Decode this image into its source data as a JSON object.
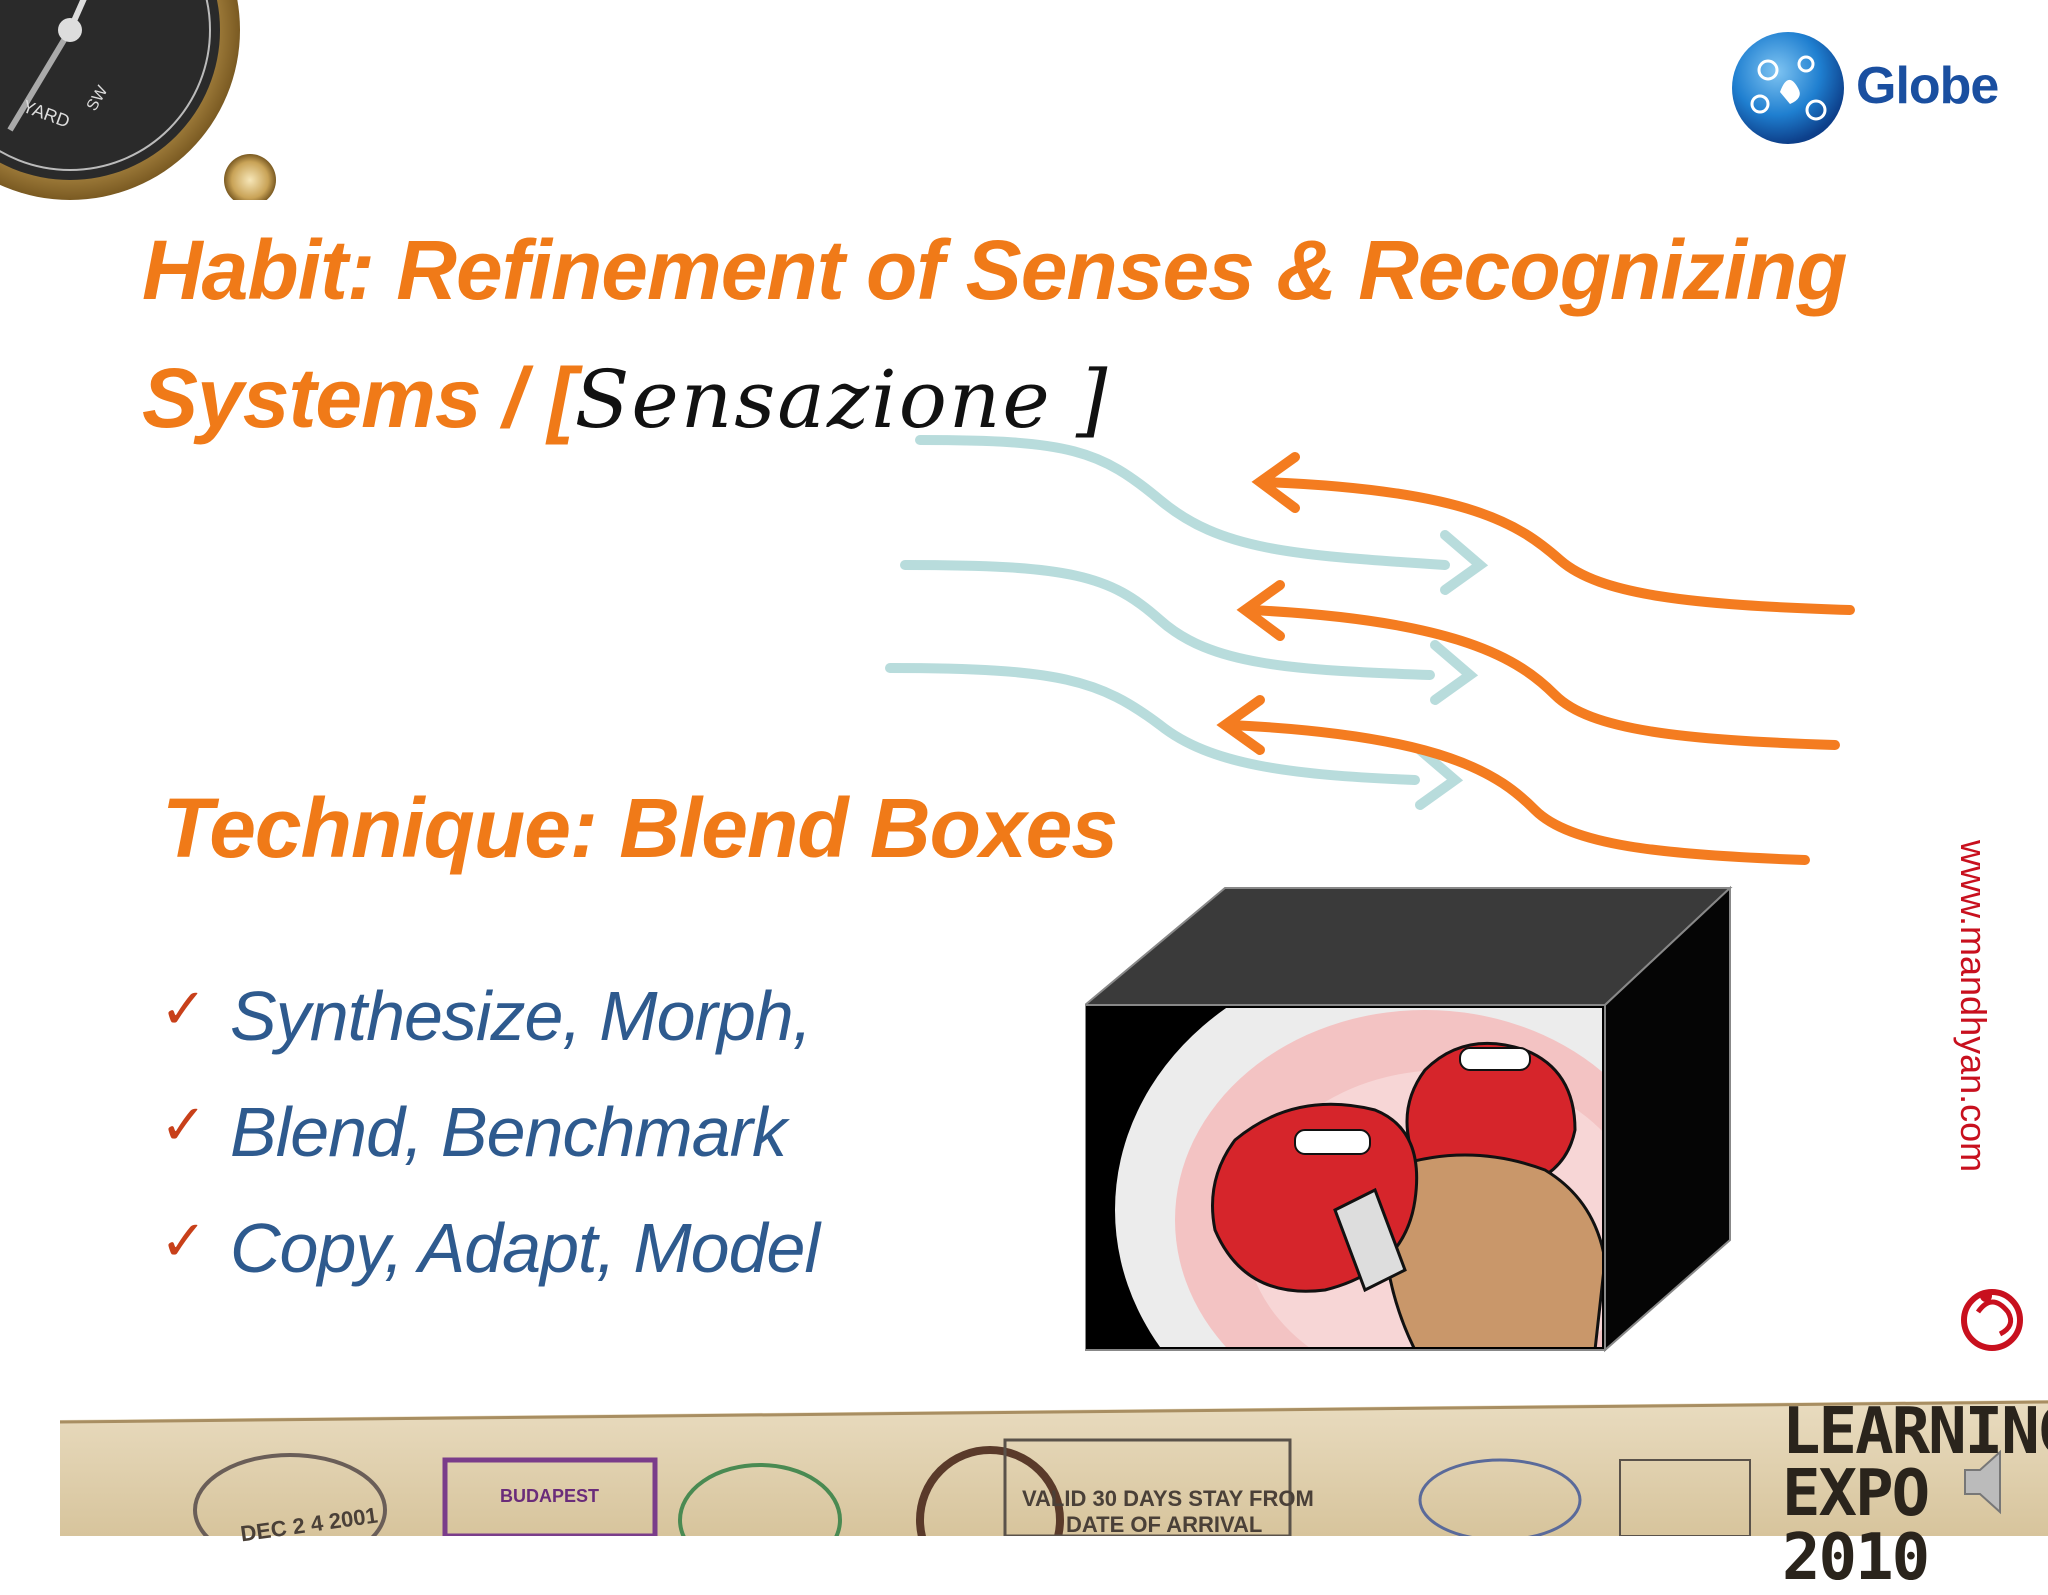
{
  "slide": {
    "logo_text": "Globe",
    "title_line1": "Habit: Refinement of Senses & Recognizing",
    "title_line2_prefix": "Systems / ",
    "title_bracket_open": "[",
    "title_script": "Sensazione",
    "title_bracket_close": " ]",
    "technique": "Technique: Blend  Boxes",
    "bullets": [
      "Synthesize, Morph,",
      "Blend, Benchmark",
      "Copy, Adapt, Model"
    ],
    "website": "www.mandhyan.com",
    "expo_line1": "LEARNING",
    "expo_line2": "EXPO 2010",
    "stamp_date": "DEC 2 4 2001",
    "stamp_city": "BUDAPEST",
    "stamp_valid": "VALID 30 DAYS STAY FROM",
    "stamp_arrival": "DATE OF ARRIVAL"
  },
  "colors": {
    "title_orange": "#f07a18",
    "bullet_blue": "#2e5a8e",
    "check_red": "#c8401a",
    "arrow_orange": "#f47c20",
    "arrow_light": "#b8dcdc",
    "website_red": "#c8101e"
  },
  "icons": [
    "compass-icon",
    "globe-logo-icon",
    "check-icon",
    "speaker-icon",
    "swirl-logo-icon"
  ]
}
